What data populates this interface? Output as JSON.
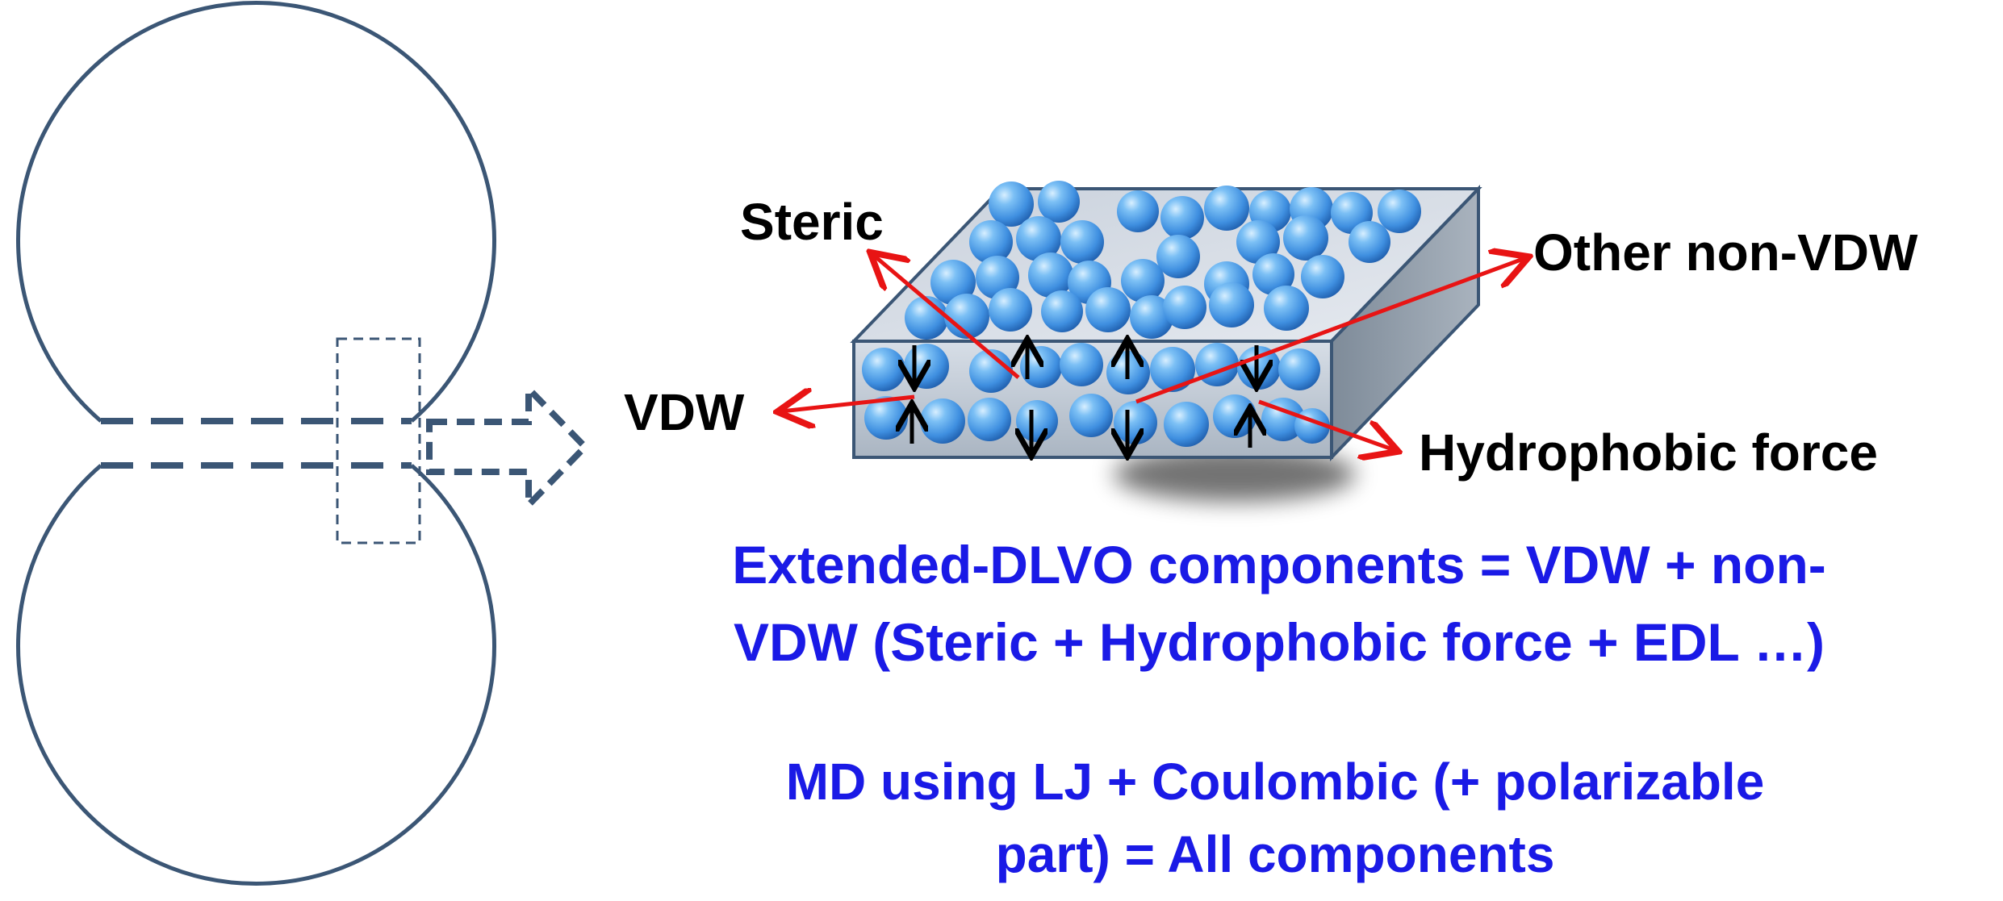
{
  "labels": {
    "steric": "Steric",
    "other": "Other non-VDW",
    "vdw": "VDW",
    "hydrophobic": "Hydrophobic force"
  },
  "equation1": {
    "line1": "Extended-DLVO components = VDW + non-",
    "line2": "VDW (Steric + Hydrophobic force + EDL …)"
  },
  "equation2": {
    "line1": "MD using LJ + Coulombic (+ polarizable",
    "line2": "part) = All components"
  },
  "colors": {
    "text_blue": "#1a1ae6",
    "arrow_red": "#e81414",
    "outline": "#3b5675",
    "bead": "#3f8fe0"
  },
  "icons": {
    "block_arrow": "dashed-right-arrow-icon",
    "force_arrow": "black-arrow-icon"
  }
}
